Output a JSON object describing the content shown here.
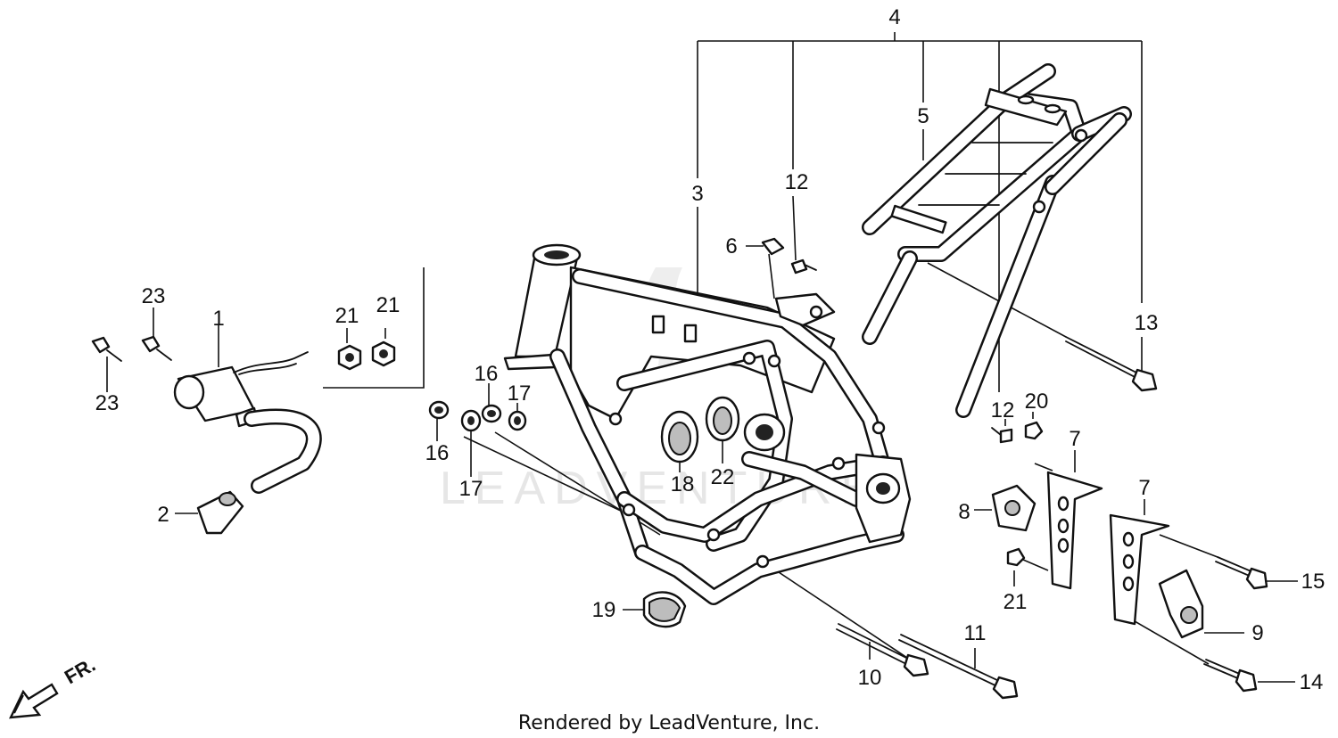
{
  "callouts": {
    "c1": "1",
    "c2": "2",
    "c3": "3",
    "c4": "4",
    "c5": "5",
    "c6": "6",
    "c7a": "7",
    "c7b": "7",
    "c8": "8",
    "c9": "9",
    "c10": "10",
    "c11": "11",
    "c12a": "12",
    "c12b": "12",
    "c13": "13",
    "c14": "14",
    "c15": "15",
    "c16a": "16",
    "c16b": "16",
    "c17a": "17",
    "c17b": "17",
    "c18": "18",
    "c19": "19",
    "c20": "20",
    "c21a": "21",
    "c21b": "21",
    "c21c": "21",
    "c22": "22",
    "c23a": "23",
    "c23b": "23"
  },
  "direction_label": "FR.",
  "watermark": "LEADVENTURE",
  "credit": "Rendered by LeadVenture, Inc."
}
